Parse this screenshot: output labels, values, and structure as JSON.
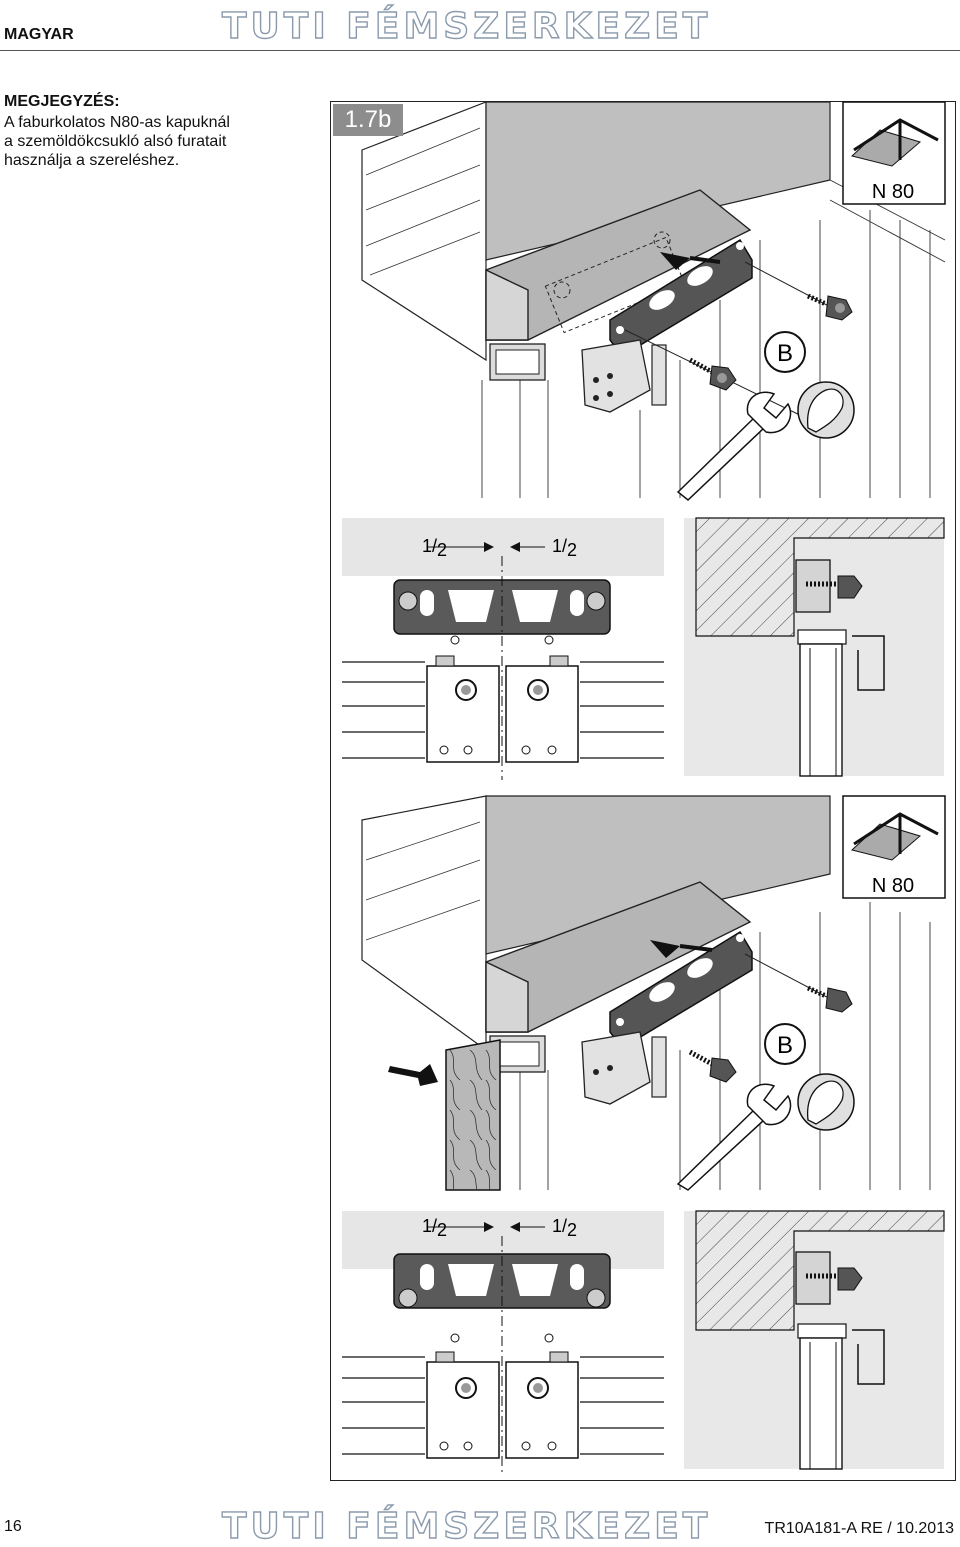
{
  "header": {
    "language": "MAGYAR",
    "watermark": "TUTI FÉMSZERKEZET"
  },
  "note": {
    "title": "MEGJEGYZÉS:",
    "lines": [
      "A faburkolatos N80-as kapuknál",
      "a szemöldökcsukló alsó furatait",
      "használja a szereléshez."
    ]
  },
  "figure": {
    "step": "1.7b",
    "model_top": "N 80",
    "model_bottom": "N 80",
    "screw_label_top": "B",
    "screw_label_bottom": "B",
    "half_left_num": "1",
    "half_left_den": "2",
    "half_right_num": "1",
    "half_right_den": "2"
  },
  "footer": {
    "page_number": "16",
    "doc_code": "TR10A181-A  RE / 10.2013"
  }
}
